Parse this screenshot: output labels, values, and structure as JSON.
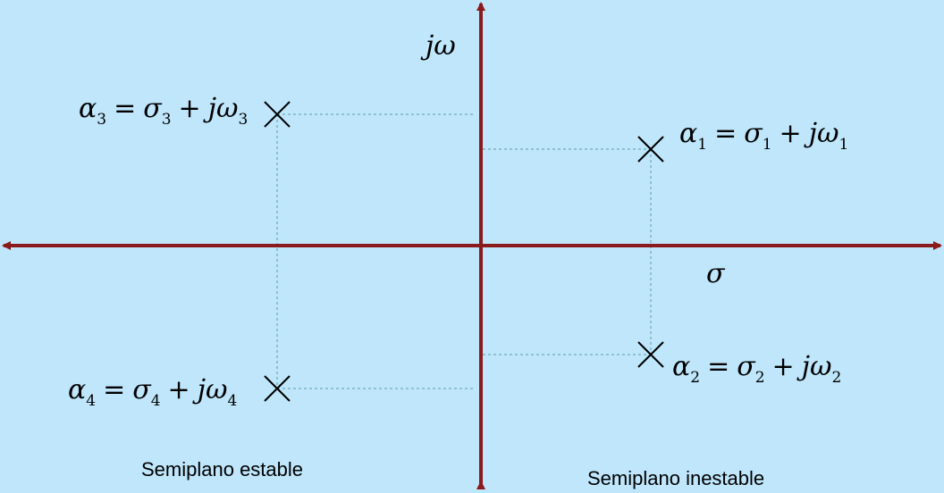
{
  "axes": {
    "vertical_label": "jω",
    "horizontal_label": "σ",
    "color": "#8b1a1a"
  },
  "guide_color": "#5f9ea0",
  "poles": [
    {
      "name": "α",
      "index": "1",
      "eq": "=",
      "re": "σ",
      "plus": "+",
      "im_j": "j",
      "im": "ω"
    },
    {
      "name": "α",
      "index": "2",
      "eq": "=",
      "re": "σ",
      "plus": "+",
      "im_j": "j",
      "im": "ω"
    },
    {
      "name": "α",
      "index": "3",
      "eq": "=",
      "re": "σ",
      "plus": "+",
      "im_j": "j",
      "im": "ω"
    },
    {
      "name": "α",
      "index": "4",
      "eq": "=",
      "re": "σ",
      "plus": "+",
      "im_j": "j",
      "im": "ω"
    }
  ],
  "regions": {
    "left": "Semiplano estable",
    "right": "Semiplano inestable"
  }
}
